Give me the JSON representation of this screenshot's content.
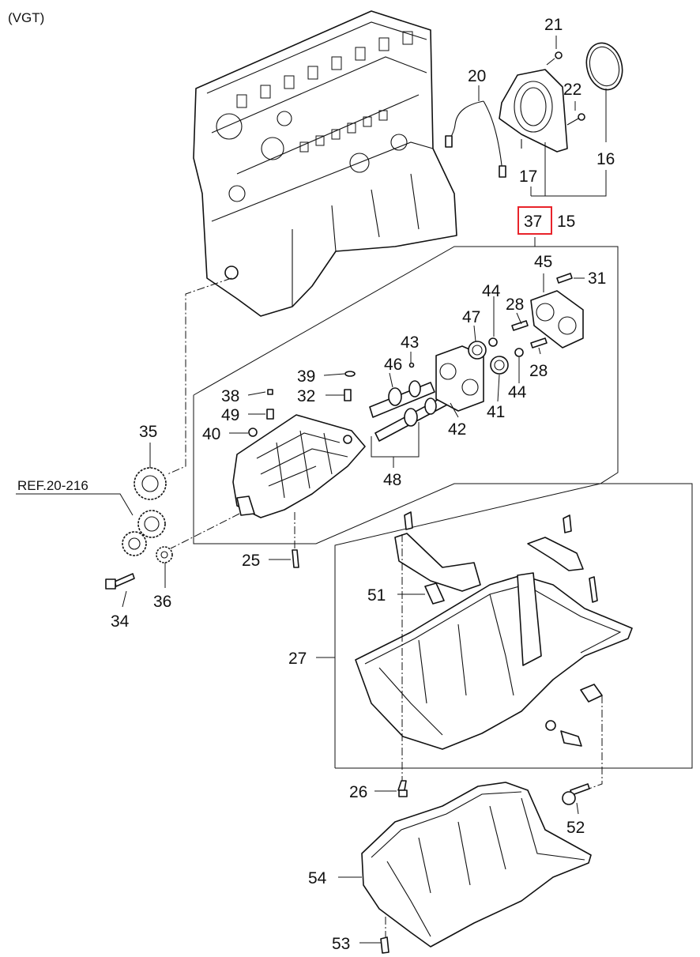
{
  "diagram": {
    "variant": "(VGT)",
    "highlight_color": "#e8232a",
    "reference_label": "REF.20-216",
    "callouts": {
      "c15": "15",
      "c16": "16",
      "c17": "17",
      "c20": "20",
      "c21": "21",
      "c22": "22",
      "c25": "25",
      "c26": "26",
      "c27": "27",
      "c28a": "28",
      "c28b": "28",
      "c31": "31",
      "c32": "32",
      "c34": "34",
      "c35": "35",
      "c36": "36",
      "c37": "37",
      "c38": "38",
      "c39": "39",
      "c40": "40",
      "c41": "41",
      "c42": "42",
      "c43": "43",
      "c44a": "44",
      "c44b": "44",
      "c45": "45",
      "c46": "46",
      "c47": "47",
      "c48": "48",
      "c49": "49",
      "c51": "51",
      "c52": "52",
      "c53": "53",
      "c54": "54"
    }
  }
}
